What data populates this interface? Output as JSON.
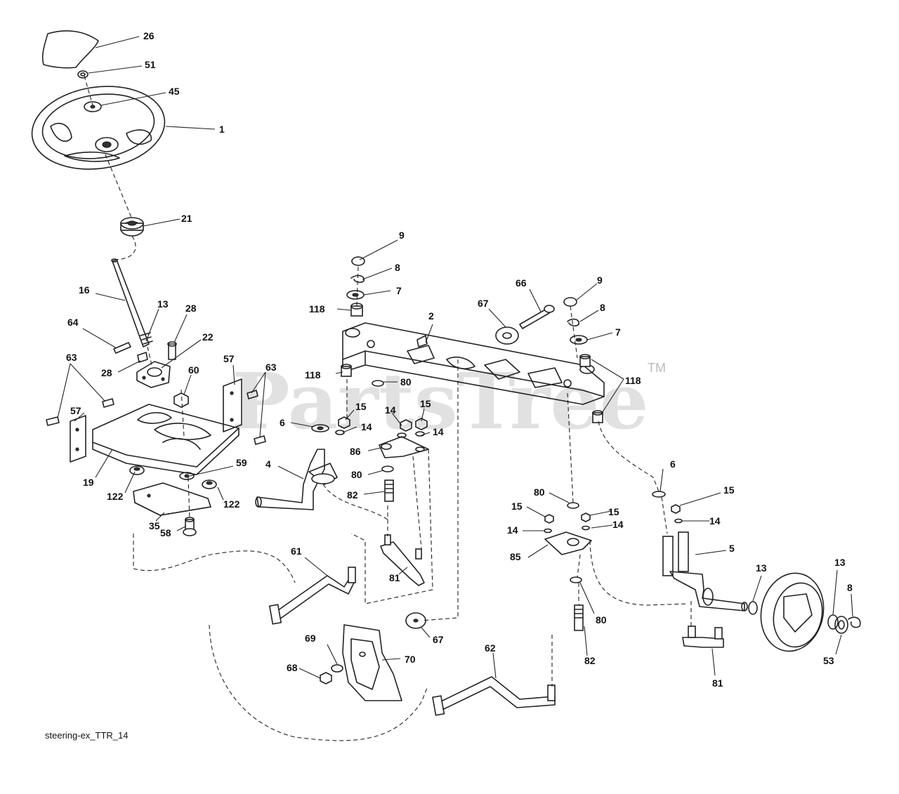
{
  "watermark": {
    "text": "PartsTree",
    "tm": "TM"
  },
  "file_label": "steering-ex_TTR_14",
  "callouts": {
    "c26": "26",
    "c51": "51",
    "c45": "45",
    "c1": "1",
    "c21": "21",
    "c16": "16",
    "c13a": "13",
    "c28a": "28",
    "c64": "64",
    "c28b": "28",
    "c22": "22",
    "c60": "60",
    "c57a": "57",
    "c63a": "63",
    "c63b": "63",
    "c57b": "57",
    "c19": "19",
    "c122a": "122",
    "c59": "59",
    "c122b": "122",
    "c35": "35",
    "c58": "58",
    "c9a": "9",
    "c8a": "8",
    "c7a": "7",
    "c118a": "118",
    "c2": "2",
    "c67a": "67",
    "c66": "66",
    "c9b": "9",
    "c8b": "8",
    "c7b": "7",
    "c118b": "118",
    "c80a": "80",
    "c118c": "118",
    "c6a": "6",
    "c15a": "15",
    "c14a": "14",
    "c14b": "14",
    "c15b": "15",
    "c14c": "14",
    "c86": "86",
    "c4": "4",
    "c80b": "80",
    "c82a": "82",
    "c81a": "81",
    "c61": "61",
    "c80c": "80",
    "c15c": "15",
    "c15d": "15",
    "c14d": "14",
    "c14e": "14",
    "c85": "85",
    "c80d": "80",
    "c82b": "82",
    "c6b": "6",
    "c15e": "15",
    "c14f": "14",
    "c5": "5",
    "c13b": "13",
    "c13c": "13",
    "c8c": "8",
    "c53": "53",
    "c81b": "81",
    "c67b": "67",
    "c69": "69",
    "c70": "70",
    "c68": "68",
    "c62": "62"
  }
}
